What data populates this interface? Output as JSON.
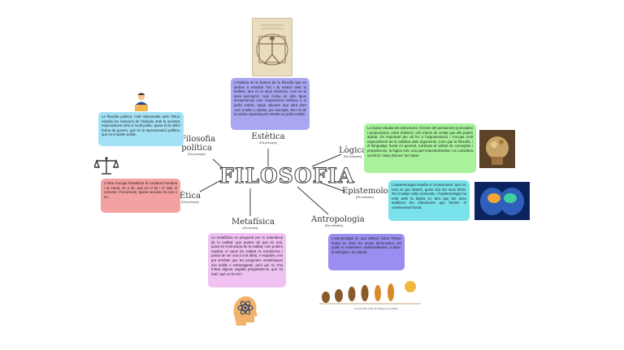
{
  "center": {
    "title": "FILOSOFIA"
  },
  "branches": {
    "estetica": {
      "title": "Estètica",
      "subtitle": "(Els principis)"
    },
    "logica": {
      "title": "Lògica",
      "subtitle": "(Els mètodes)"
    },
    "epistemologia": {
      "title": "Epistemologia",
      "subtitle": "(Els mètodes)"
    },
    "antropologia": {
      "title": "Antropologia",
      "subtitle": "(Els mètodes)"
    },
    "metafisica": {
      "title": "Metafísica",
      "subtitle": "(Els teories)"
    },
    "etica": {
      "title": "Ètica",
      "subtitle": "(Els principis)"
    },
    "politica": {
      "title": "Filosofia política",
      "subtitle": "(Els principis)"
    }
  },
  "boxes": {
    "estetica": "L'estètica és la branca de la filosofia que es dedica a estudiar l'art i la relació amb la bellesa, tant en la seva essència, com en la seva percepció. Això inclou un altre tipus d'experiència com l'experiència estètica o el judici estètic. Quan valorem una obra d'art com a bella o sublim, per exemple, fem ús de la nostra capacitat per emetre un judici estètic.",
    "logica": "La lògica estudia les estructures i formes del pensament (conceptes i proposicions, entre d'altres) i els criteris de veritat que ells poden aplicar. És important per tal fer a l'argumentació i s'ocupa molt especialment de la validesa dels arguments. Com que la filosofia, i el llenguatge humà en general, s'articula al voltant de conceptes i proposicions, la lògica més una part importantíssima i es considera sovint la \"caixa d'eines\" del saber.",
    "epistemologia": "L'epistemologia estudia el coneixement: què és, com es pot obtenir, quins són els seus límits. Tot el saber està connectat, i l'epistemologia ho està amb la lògica en tant que les dues analitzen les estructures que formen el coneixement humà.",
    "antropologia": "L'antropologia és una reflexió sobre l'ésser humà en totes les seves dimensions, les quals es redueixen, tradicionalment, a dues: la biològica i la cultural.",
    "metafisica": "La metafísica es pregunta per la naturalesa de la realitat: què podem dir que és real, quina és l'estructura de la realitat, com podem explicar el canvi (la realitat es transforma i passa de ser una a una altra). A vegades, ens pot semblar que les preguntes metafísiques són inútils o extravagants, però quí no s'ha trobat alguna vegada preguntant-se què és real i què no ho és?",
    "etica": "L'ètica s'ocupa d'analitzar la conducta humana i la moral, és a dir, què es el bé i el mal, el correcte i l'incorrecte, quines accions ho son o no.",
    "politica": "La filosofia política, molt relacionada amb l'ètica, estudia les relacions de l'individu amb la societat, especialment amb el medi polític: quina és la millor forma de govern, què és la representació política, què és el poder polític."
  },
  "images": {
    "vitruvian": "vitruvian-man-image",
    "head_collage": "head-collage-image",
    "brains": "glowing-brains-image",
    "evolution": "human-evolution-image",
    "atom_head": "atom-head-icon",
    "scales": "scales-icon",
    "politician": "politician-icon"
  },
  "captions": {
    "evolution": "La conexión entre la biología y la cultura"
  },
  "colors": {
    "purple": "#a9a6f2",
    "green": "#a8f29b",
    "cyan": "#79e2ea",
    "violet": "#9a8ff0",
    "pink": "#f0c2f2",
    "red": "#f4a1a1",
    "sky": "#a3e2f6"
  }
}
